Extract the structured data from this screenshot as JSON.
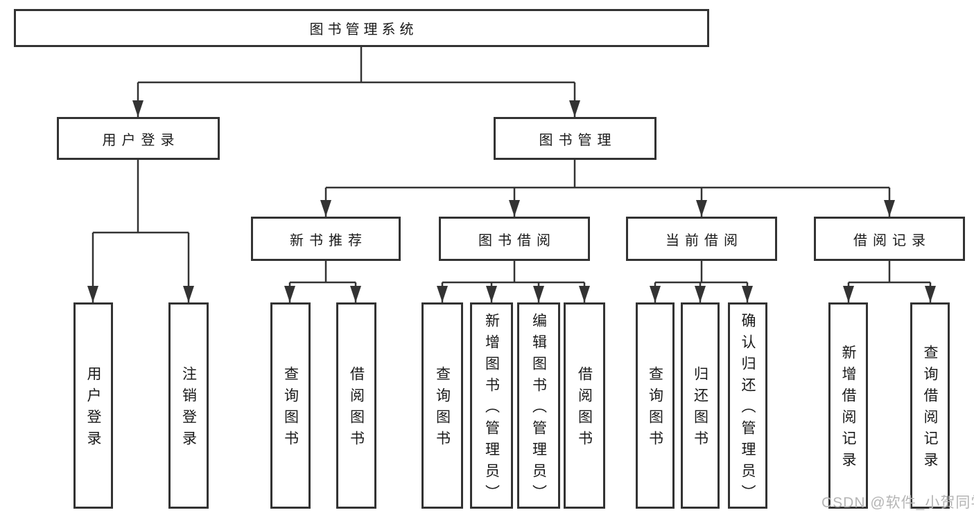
{
  "diagram_type": "hierarchy-tree",
  "watermark": "CSDN @软件_小贺同学",
  "colors": {
    "background": "#ffffff",
    "line": "#333333",
    "box_border": "#333333",
    "text": "#1a1a1a",
    "watermark": "#b5b5b5"
  },
  "tree": {
    "root_label": "图书管理系统",
    "branches": [
      {
        "label": "用户登录",
        "leaves": [
          "用户登录",
          "注销登录"
        ]
      },
      {
        "label": "图书管理",
        "groups": [
          {
            "label": "新书推荐",
            "leaves": [
              "查询图书",
              "借阅图书"
            ]
          },
          {
            "label": "图书借阅",
            "leaves": [
              "查询图书",
              "新增图书（管理员）",
              "编辑图书（管理员）",
              "借阅图书"
            ]
          },
          {
            "label": "当前借阅",
            "leaves": [
              "查询图书",
              "归还图书",
              "确认归还（管理员）"
            ]
          },
          {
            "label": "借阅记录",
            "leaves": [
              "新增借阅记录",
              "查询借阅记录"
            ]
          }
        ]
      }
    ]
  }
}
